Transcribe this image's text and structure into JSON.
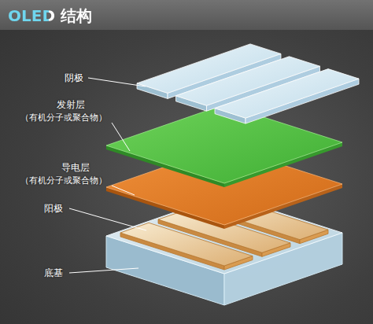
{
  "diagram": {
    "title": "OLED 结构",
    "labels": [
      "阴极",
      "发射层",
      "（有机分子或聚合物）",
      "导电层",
      "（有机分子或聚合物）",
      "阳极",
      "底基"
    ]
  }
}
